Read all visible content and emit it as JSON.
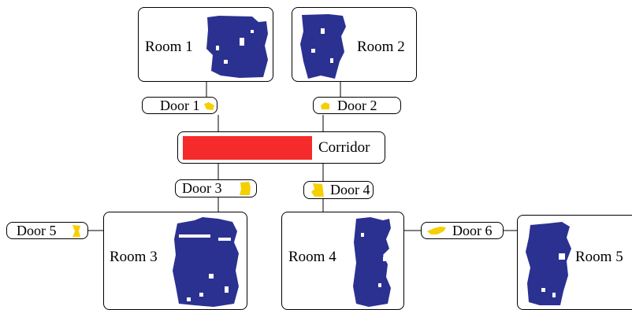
{
  "rooms": {
    "room1": "Room 1",
    "room2": "Room 2",
    "room3": "Room 3",
    "room4": "Room 4",
    "room5": "Room 5"
  },
  "corridor": "Corridor",
  "doors": {
    "door1": "Door 1",
    "door2": "Door 2",
    "door3": "Door 3",
    "door4": "Door 4",
    "door5": "Door 5",
    "door6": "Door 6"
  },
  "colors": {
    "room_fill": "#2b3190",
    "door_fill": "#f5d000",
    "corridor_fill": "#f52a2a",
    "line": "#000000"
  }
}
